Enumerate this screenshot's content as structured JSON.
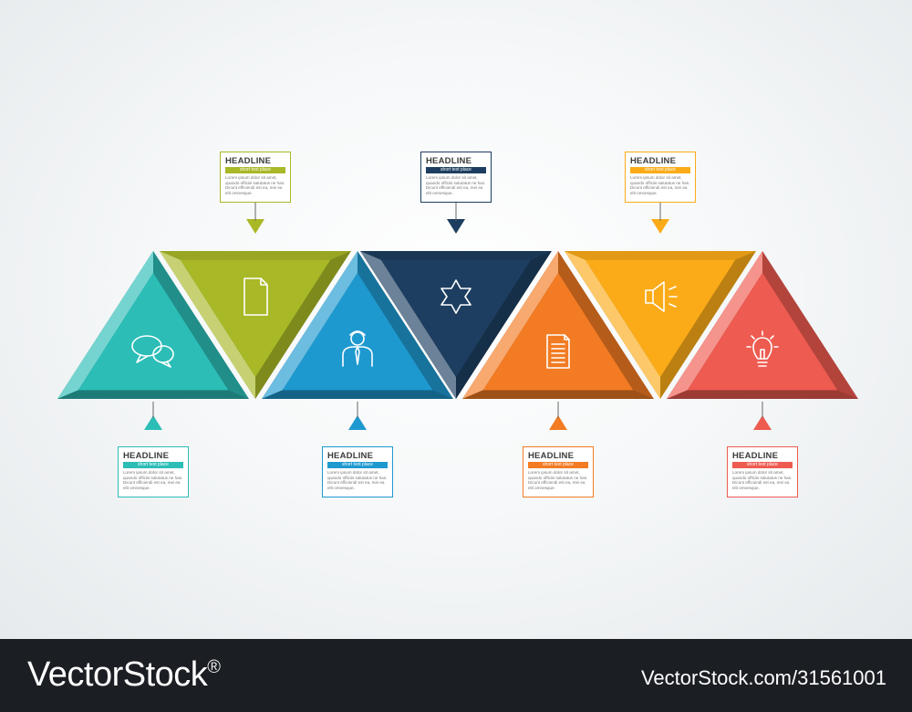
{
  "steps": [
    {
      "headline": "HEADLINE",
      "subtitle": "short text place",
      "text": [
        "Lorem ipsum dolor sit amet,",
        "quando officiis salutatus ne has.",
        "Dicunt efficiendi est ea, mei ea",
        "elit omnesque."
      ],
      "color": "#2cbdb7",
      "icon": "speech-bubbles-icon",
      "position": "bottom"
    },
    {
      "headline": "HEADLINE",
      "subtitle": "short text place",
      "text": [
        "Lorem ipsum dolor sit amet,",
        "quando officiis salutatus ne has.",
        "Dicunt efficiendi est ea, mei ea",
        "elit omnesque."
      ],
      "color": "#a9b827",
      "icon": "document-icon",
      "position": "top"
    },
    {
      "headline": "HEADLINE",
      "subtitle": "short text place",
      "text": [
        "Lorem ipsum dolor sit amet,",
        "quando officiis salutatus ne has.",
        "Dicunt efficiendi est ea, mei ea",
        "elit omnesque."
      ],
      "color": "#1e99cf",
      "icon": "person-icon",
      "position": "bottom"
    },
    {
      "headline": "HEADLINE",
      "subtitle": "short text place",
      "text": [
        "Lorem ipsum dolor sit amet,",
        "quando officiis salutatus ne has.",
        "Dicunt efficiendi est ea, mei ea",
        "elit omnesque."
      ],
      "color": "#1d3e60",
      "icon": "star-icon",
      "position": "top"
    },
    {
      "headline": "HEADLINE",
      "subtitle": "short text place",
      "text": [
        "Lorem ipsum dolor sit amet,",
        "quando officiis salutatus ne has.",
        "Dicunt efficiendi est ea, mei ea",
        "elit omnesque."
      ],
      "color": "#f27b23",
      "icon": "text-document-icon",
      "position": "bottom"
    },
    {
      "headline": "HEADLINE",
      "subtitle": "short text place",
      "text": [
        "Lorem ipsum dolor sit amet,",
        "quando officiis salutatus ne has.",
        "Dicunt efficiendi est ea, mei ea",
        "elit omnesque."
      ],
      "color": "#fbab18",
      "icon": "speaker-icon",
      "position": "top"
    },
    {
      "headline": "HEADLINE",
      "subtitle": "short text place",
      "text": [
        "Lorem ipsum dolor sit amet,",
        "quando officiis salutatus ne has.",
        "Dicunt efficiendi est ea, mei ea",
        "elit omnesque."
      ],
      "color": "#ee5b50",
      "icon": "lightbulb-icon",
      "position": "bottom"
    }
  ],
  "footer": {
    "brand": "VectorStock",
    "id": "VectorStock.com/31561001"
  }
}
